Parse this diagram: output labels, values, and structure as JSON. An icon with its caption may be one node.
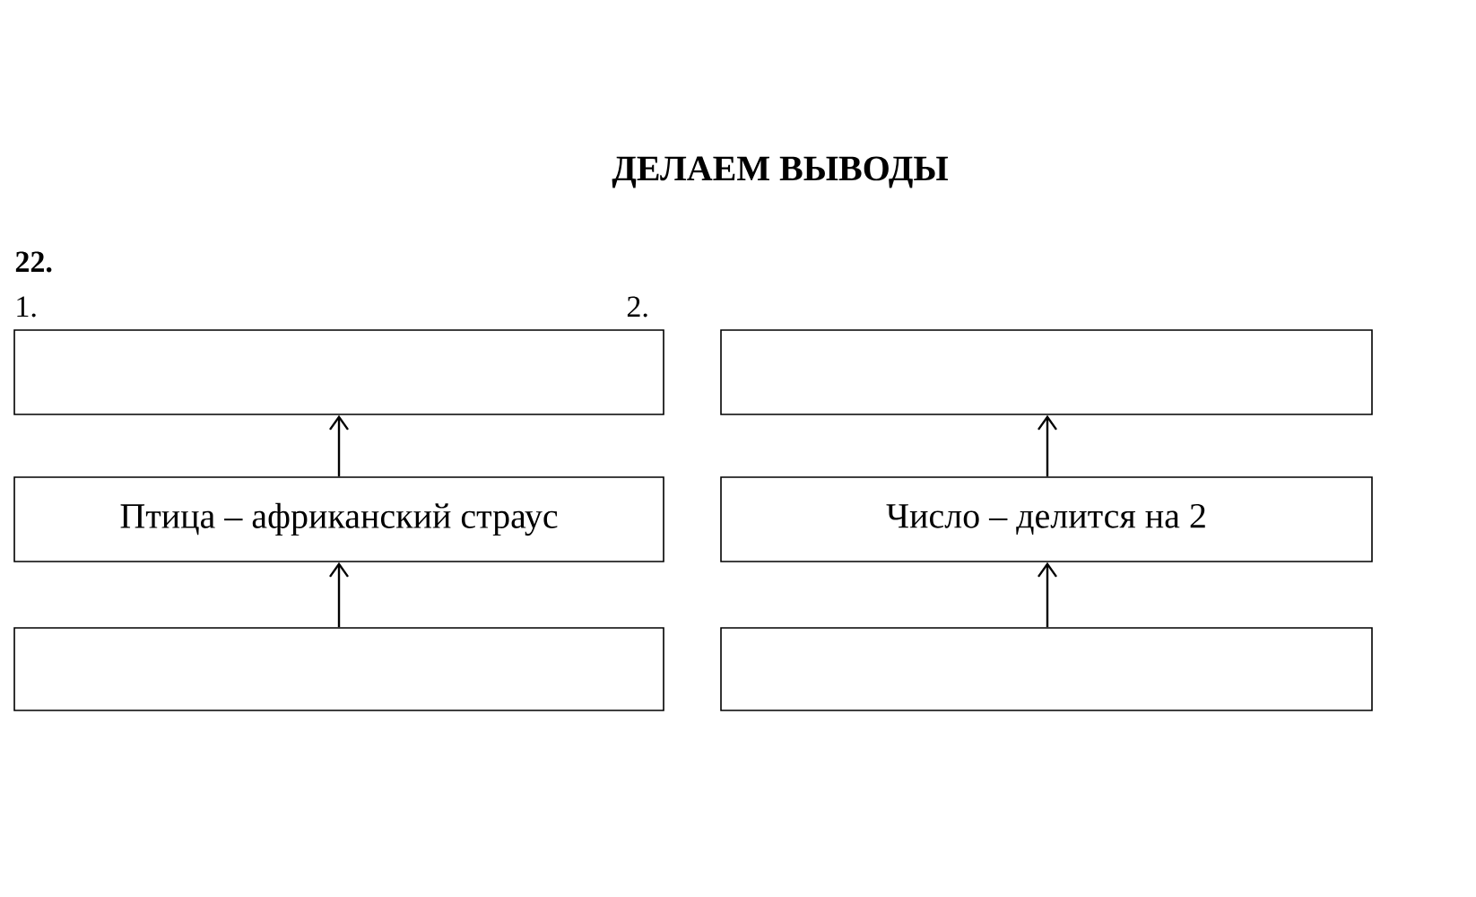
{
  "diagram": {
    "title": "ДЕЛАЕМ ВЫВОДЫ",
    "nodes": [
      {
        "text": [],
        "shape": "box"
      },
      {
        "text": [
          "Птица – африканский страус"
        ]
      },
      {
        "text": [],
        "shape": "box"
      },
      {
        "text": [],
        "shape": "box"
      },
      {
        "text": [
          "Число – делится на 2"
        ]
      },
      {
        "text": [],
        "shape": "box"
      }
    ],
    "edges": [
      {
        "from": 2,
        "to": 1,
        "arrow": "to"
      },
      {
        "from": 1,
        "to": 0,
        "arrow": "to"
      },
      {
        "from": 5,
        "to": 4,
        "arrow": "to"
      },
      {
        "from": 4,
        "to": 3,
        "arrow": "to"
      }
    ],
    "labels": [
      "22.",
      "1.",
      "2."
    ]
  }
}
